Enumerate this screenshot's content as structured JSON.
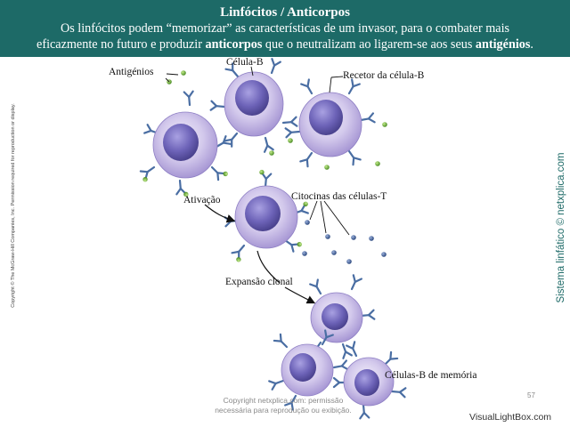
{
  "header": {
    "title": "Linfócitos / Anticorpos",
    "line1": "Os linfócitos podem “memorizar” as características de um invasor, para o combater mais",
    "line2_a": "eficazmente no futuro e produzir ",
    "line2_b": "anticorpos",
    "line2_c": " que o neutralizam ao ligarem-se aos seus ",
    "line2_d": "antigénios",
    "line2_e": "."
  },
  "labels": {
    "antigens": "Antigénios",
    "bcell": "Célula-B",
    "receptor": "Recetor da célula-B",
    "activation": "Ativação",
    "cytokines": "Citocinas das células-T",
    "clonal": "Expansão clonal",
    "memory": "Células-B de memória"
  },
  "side_copyright": "Copyright © The McGraw-Hill Companies, Inc. Permission required for reproduction or display.",
  "side_site": "Sistema linfático © netxplica.com",
  "watermark": {
    "line1": "Copyright netxplica.com: permissão",
    "line2": "necessária para reprodução ou exibição."
  },
  "page_number": "57",
  "brand": "VisualLightBox.com",
  "colors": {
    "header_bg": "#1d6a67",
    "cell_outer": "#c9bde6",
    "nucleus": "#6d63b8",
    "receptor": "#4a6ea3",
    "antigen": "#6fae3c",
    "cytokine": "#3f5d94"
  }
}
